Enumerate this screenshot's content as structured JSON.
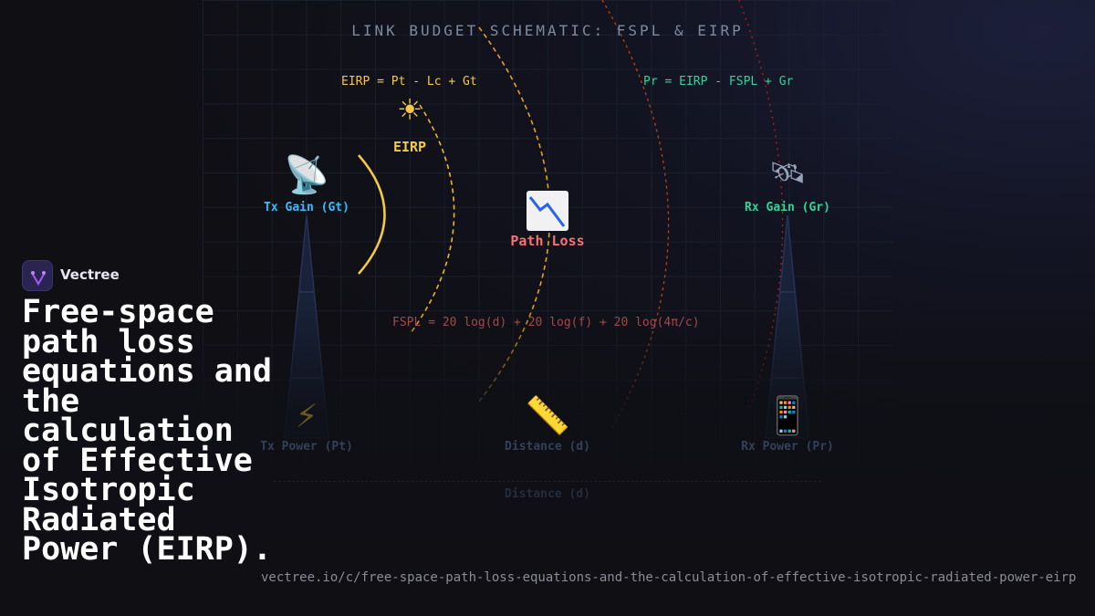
{
  "diagram": {
    "title": "LINK BUDGET SCHEMATIC: FSPL & EIRP",
    "eirp_formula": "EIRP = Pt - Lc + Gt",
    "pr_formula": "Pr = EIRP - FSPL + Gr",
    "fspl_formula": "FSPL = 20 log(d) + 20 log(f) + 20 log(4π/c)",
    "nodes": {
      "eirp": {
        "label": "EIRP",
        "icon": "sun-icon",
        "color": "#f6c945"
      },
      "tx_gain": {
        "label": "Tx Gain (Gt)",
        "icon": "satellite-dish-icon",
        "color": "#38bdf8"
      },
      "path_loss": {
        "label": "Path Loss",
        "icon": "chart-decreasing-icon",
        "color": "#f87171"
      },
      "rx_gain": {
        "label": "Rx Gain (Gr)",
        "icon": "satellite-icon",
        "color": "#34d399"
      },
      "tx_power": {
        "label": "Tx Power (Pt)",
        "icon": "lightning-icon"
      },
      "distance": {
        "label": "Distance (d)",
        "icon": "ruler-icon"
      },
      "rx_power": {
        "label": "Rx Power (Pr)",
        "icon": "phone-icon"
      },
      "distance_axis": {
        "label": "Distance (d)"
      }
    }
  },
  "brand": {
    "name": "Vectree"
  },
  "headline": "Free-space path loss equations and the calculation of Effective Isotropic Radiated Power (EIRP).",
  "url": "vectree.io/c/free-space-path-loss-equations-and-the-calculation-of-effective-isotropic-radiated-power-eirp"
}
